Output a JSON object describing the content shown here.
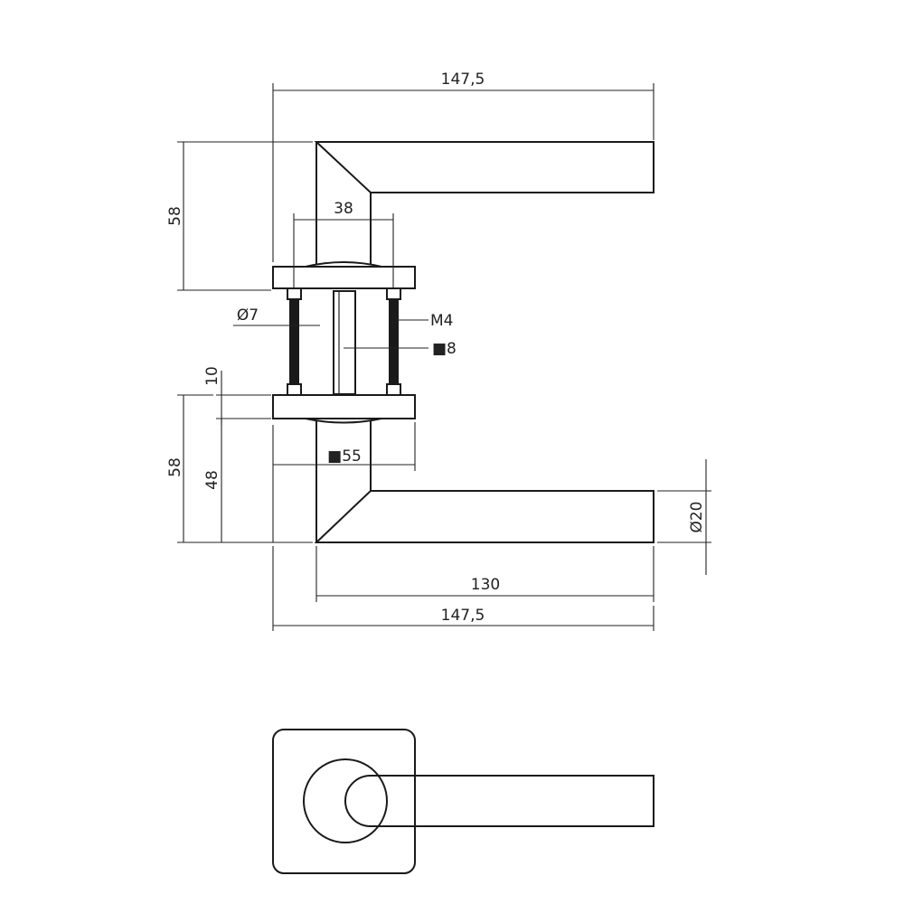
{
  "dimensions": {
    "top_width": "147,5",
    "upper_height": "58",
    "rose_spacing": "38",
    "bolt_diameter": "Ø7",
    "thread": "M4",
    "spindle_square": "■8",
    "gap_height": "10",
    "lower_height": "58",
    "offset_height": "48",
    "rose_square": "■55",
    "lever_diameter": "Ø20",
    "lever_length": "130",
    "bottom_width": "147,5"
  },
  "colors": {
    "line": "#1a1a1a",
    "background": "#ffffff"
  }
}
